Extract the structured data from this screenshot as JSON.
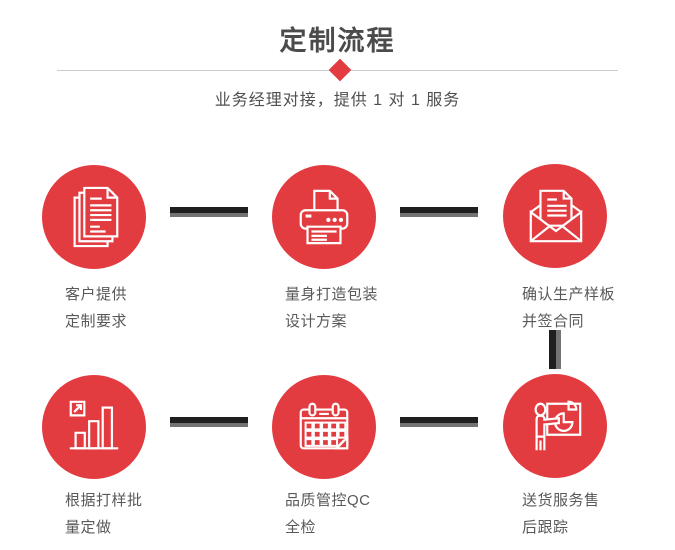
{
  "header": {
    "title": "定制流程",
    "subtitle": "业务经理对接，提供 1 对 1 服务"
  },
  "colors": {
    "accent_red": "#e23c41",
    "connector_dark": "#1f1f1f",
    "connector_gray": "#737373",
    "title_text": "#4b4b4b",
    "body_text": "#595959",
    "divider_line": "#cccccc"
  },
  "steps": [
    {
      "icon": "documents-icon",
      "label_line1": "客户提供",
      "label_line2": "定制要求"
    },
    {
      "icon": "printer-icon",
      "label_line1": "量身打造包装",
      "label_line2": "设计方案"
    },
    {
      "icon": "envelope-icon",
      "label_line1": "确认生产样板",
      "label_line2": "并签合同"
    },
    {
      "icon": "bar-chart-icon",
      "label_line1": "根据打样批",
      "label_line2": "量定做"
    },
    {
      "icon": "calendar-icon",
      "label_line1": "品质管控QC",
      "label_line2": "全检"
    },
    {
      "icon": "presentation-icon",
      "label_line1": "送货服务售",
      "label_line2": "后跟踪"
    }
  ]
}
